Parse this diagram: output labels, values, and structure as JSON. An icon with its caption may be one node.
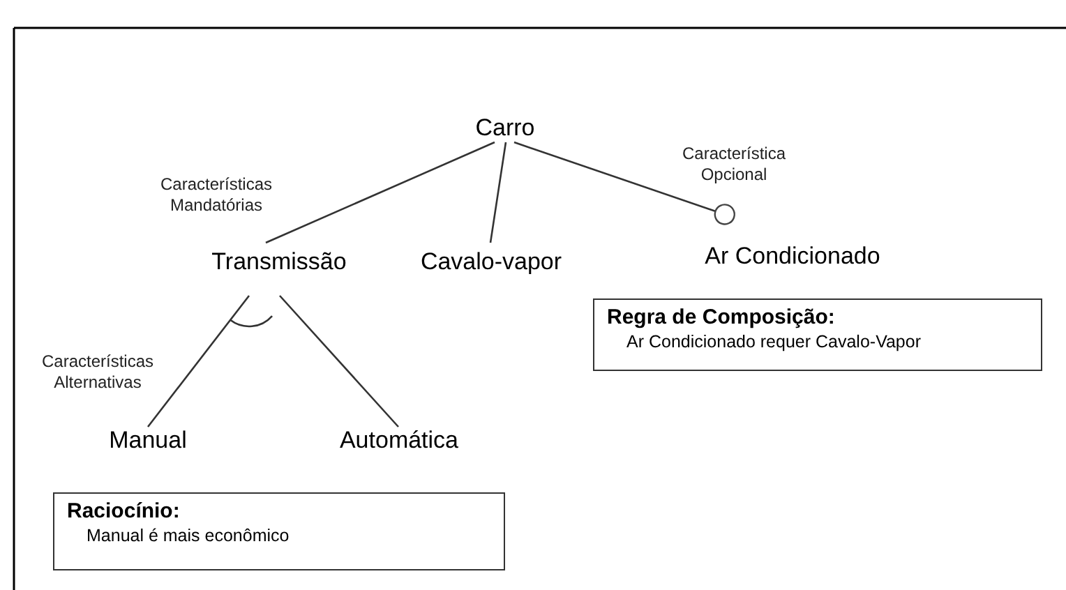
{
  "diagram": {
    "nodes": [
      {
        "text": [
          "Carro"
        ]
      },
      {
        "text": [
          "Transmissão"
        ]
      },
      {
        "text": [
          "Cavalo-vapor"
        ]
      },
      {
        "text": [
          "Ar Condicionado"
        ]
      },
      {
        "text": [
          "Manual"
        ]
      },
      {
        "text": [
          "Automática"
        ]
      },
      {
        "text": [
          "Regra de Composição:",
          "Ar Condicionado requer Cavalo-Vapor"
        ]
      },
      {
        "text": [
          "Raciocínio:",
          "Manual é mais econômico"
        ]
      }
    ],
    "edges": [
      {
        "from": 0,
        "to": 1,
        "arrow": "none",
        "label": "Características Mandatórias"
      },
      {
        "from": 0,
        "to": 2,
        "arrow": "none"
      },
      {
        "from": 0,
        "to": 3,
        "arrow": "other",
        "label": "Característica Opcional"
      },
      {
        "from": 1,
        "to": 4,
        "arrow": "none",
        "label": "Características Alternativas"
      },
      {
        "from": 1,
        "to": 5,
        "arrow": "none"
      }
    ]
  }
}
